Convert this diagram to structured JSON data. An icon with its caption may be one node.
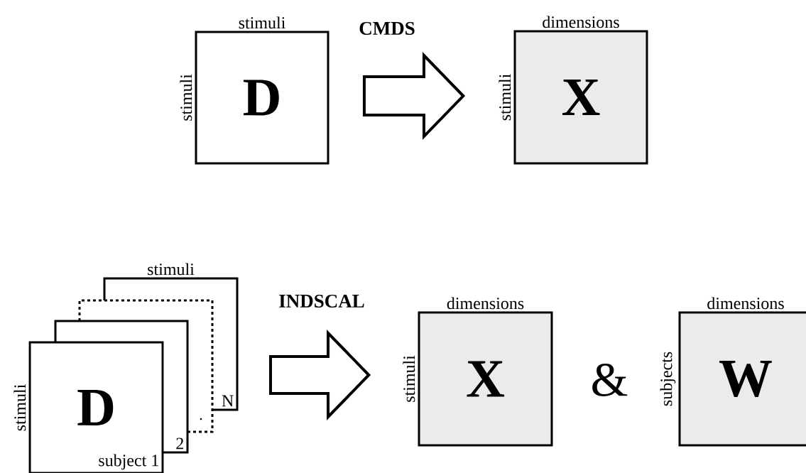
{
  "diagram": {
    "nodes": [
      {
        "text": [
          "D"
        ],
        "beside": [
          "stimuli",
          "stimuli"
        ]
      },
      {
        "text": [
          "X"
        ],
        "beside": [
          "dimensions",
          "stimuli"
        ]
      },
      {
        "text": [
          "N"
        ],
        "beside": [
          "stimuli"
        ]
      },
      {
        "text": [],
        "shape": "box"
      },
      {
        "text": [
          "2"
        ]
      },
      {
        "text": [
          "D",
          "subject 1"
        ],
        "beside": [
          "stimuli"
        ]
      },
      {
        "text": [
          "X"
        ],
        "beside": [
          "dimensions",
          "stimuli"
        ]
      },
      {
        "text": [
          "W"
        ],
        "beside": [
          "dimensions",
          "subjects"
        ]
      }
    ],
    "edges": [
      {
        "from": 0,
        "to": 1,
        "arrow": "to",
        "label": "CMDS"
      },
      {
        "from": 2,
        "to": 6,
        "arrow": "to",
        "label": "INDSCAL"
      }
    ],
    "labels": [
      "&"
    ]
  }
}
